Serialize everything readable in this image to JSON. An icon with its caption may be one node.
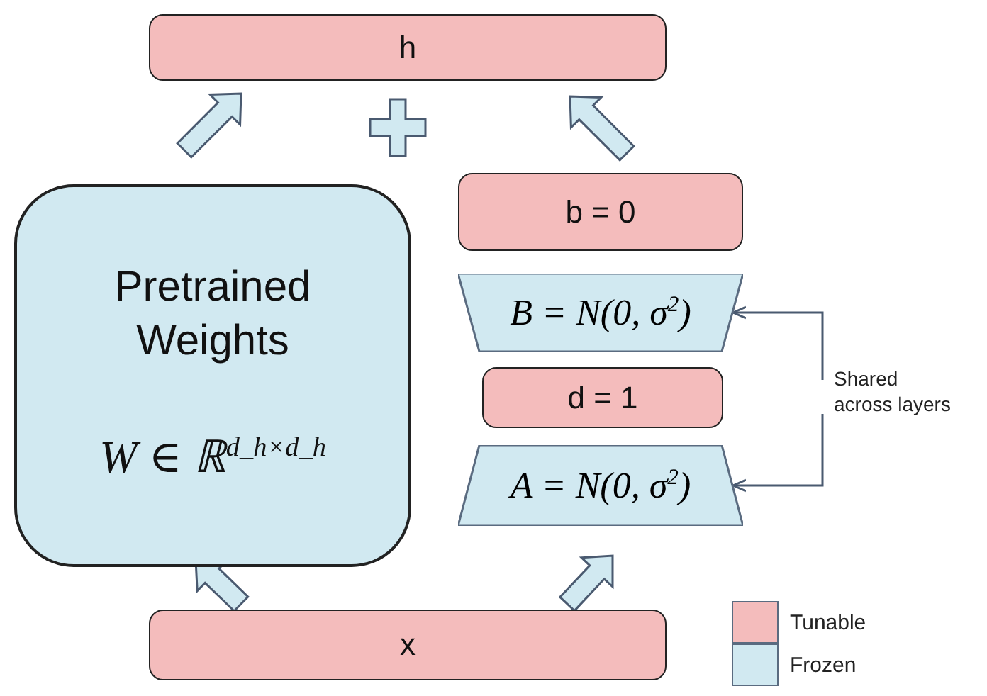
{
  "diagram": {
    "nodes": [
      {
        "text": [
          "h"
        ]
      },
      {
        "text": [
          "Pretrained Weights",
          "W ∈ ℝ$^{d_h×d_h}$"
        ]
      },
      {
        "text": [
          "b = 0"
        ]
      },
      {
        "text": [
          "B = N(0, σ$^{2}$)"
        ]
      },
      {
        "text": [
          "d = 1"
        ]
      },
      {
        "text": [
          "A = N(0, σ$^{2}$)"
        ]
      },
      {
        "text": [
          "x"
        ]
      },
      {
        "text": [
          "Shared across layers"
        ]
      }
    ],
    "edges": [
      {
        "from": 1,
        "to": 0,
        "arrow": "to",
        "style": "thick"
      },
      {
        "from": 2,
        "to": 0,
        "arrow": "to",
        "style": "thick"
      },
      {
        "from": 6,
        "to": 1,
        "arrow": "to",
        "style": "thick"
      },
      {
        "from": 6,
        "to": 5,
        "arrow": "to",
        "style": "thick"
      },
      {
        "from": 7,
        "to": 3,
        "arrow": "to"
      },
      {
        "from": 7,
        "to": 5,
        "arrow": "to"
      }
    ],
    "legend": [
      {
        "text": "Tunable",
        "color": "#f4bcbc"
      },
      {
        "text": "Frozen",
        "color": "#d1e9f1"
      }
    ]
  }
}
